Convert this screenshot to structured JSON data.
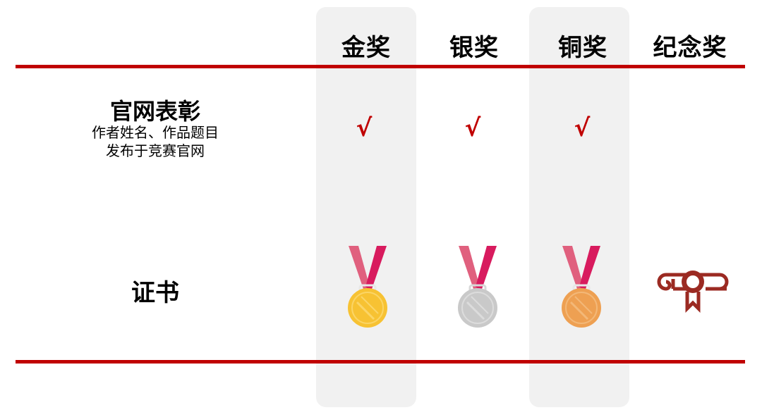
{
  "columns": [
    {
      "label": "金奖",
      "highlighted": true
    },
    {
      "label": "银奖",
      "highlighted": false
    },
    {
      "label": "铜奖",
      "highlighted": true
    },
    {
      "label": "纪念奖",
      "highlighted": false
    }
  ],
  "rows": [
    {
      "title": "官网表彰",
      "subtitle_lines": [
        "作者姓名、作品题目",
        "发布于竞赛官网"
      ],
      "cells": [
        "√",
        "√",
        "√",
        ""
      ]
    },
    {
      "title": "证书",
      "cells": [
        "gold-medal-icon",
        "silver-medal-icon",
        "bronze-medal-icon",
        "certificate-scroll-icon"
      ]
    }
  ],
  "colors": {
    "rule": "#c00000",
    "check": "#c00000",
    "column_highlight": "#f1f1f1",
    "gold": "#f7c233",
    "silver": "#c9c9c9",
    "bronze": "#eea052",
    "ribbon_light": "#e0607e",
    "ribbon_dark": "#d81b5e",
    "certificate": "#9b2a22"
  }
}
